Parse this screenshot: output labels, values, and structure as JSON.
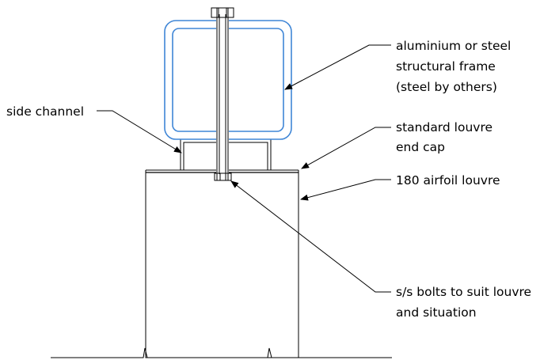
{
  "labels": {
    "frame_line1": "aluminium or steel",
    "frame_line2": "structural frame",
    "frame_line3": "(steel by others)",
    "side_channel": "side channel",
    "end_cap_line1": "standard louvre",
    "end_cap_line2": "end cap",
    "louvre": "180 airfoil louvre",
    "bolts_line1": "s/s bolts to suit louvre",
    "bolts_line2": "and situation"
  },
  "colors": {
    "frame_outline": "#3f86d6",
    "linework": "#000000",
    "background": "#ffffff"
  }
}
